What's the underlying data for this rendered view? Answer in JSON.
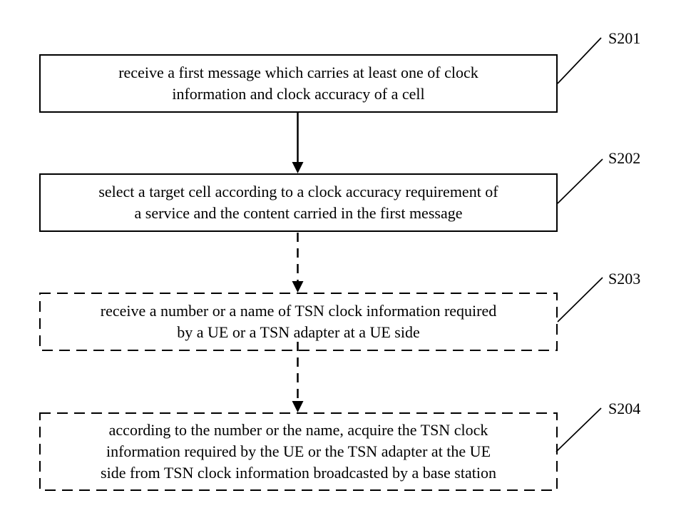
{
  "diagram": {
    "type": "flowchart",
    "background_color": "#ffffff",
    "line_color": "#000000",
    "steps": [
      {
        "label": "S201",
        "border_style": "solid",
        "lines": [
          "receive a first message which carries at least one of clock",
          "information and clock accuracy of a cell"
        ]
      },
      {
        "label": "S202",
        "border_style": "solid",
        "lines": [
          "select a target cell according to a clock accuracy requirement of",
          "a service and the content carried in the first message"
        ]
      },
      {
        "label": "S203",
        "border_style": "dashed",
        "lines": [
          "receive a number or a name of TSN clock information required",
          "by a UE or a TSN adapter at a UE side"
        ]
      },
      {
        "label": "S204",
        "border_style": "dashed",
        "lines": [
          "according to the number or the name, acquire the TSN clock",
          "information required by the UE or the TSN adapter at the UE",
          "side from TSN clock information broadcasted by a base station"
        ]
      }
    ],
    "connectors": [
      {
        "from": "S201",
        "to": "S202",
        "style": "solid",
        "arrow": "down"
      },
      {
        "from": "S202",
        "to": "S203",
        "style": "dashed",
        "arrow": "down"
      },
      {
        "from": "S203",
        "to": "S204",
        "style": "dashed",
        "arrow": "down"
      }
    ]
  }
}
